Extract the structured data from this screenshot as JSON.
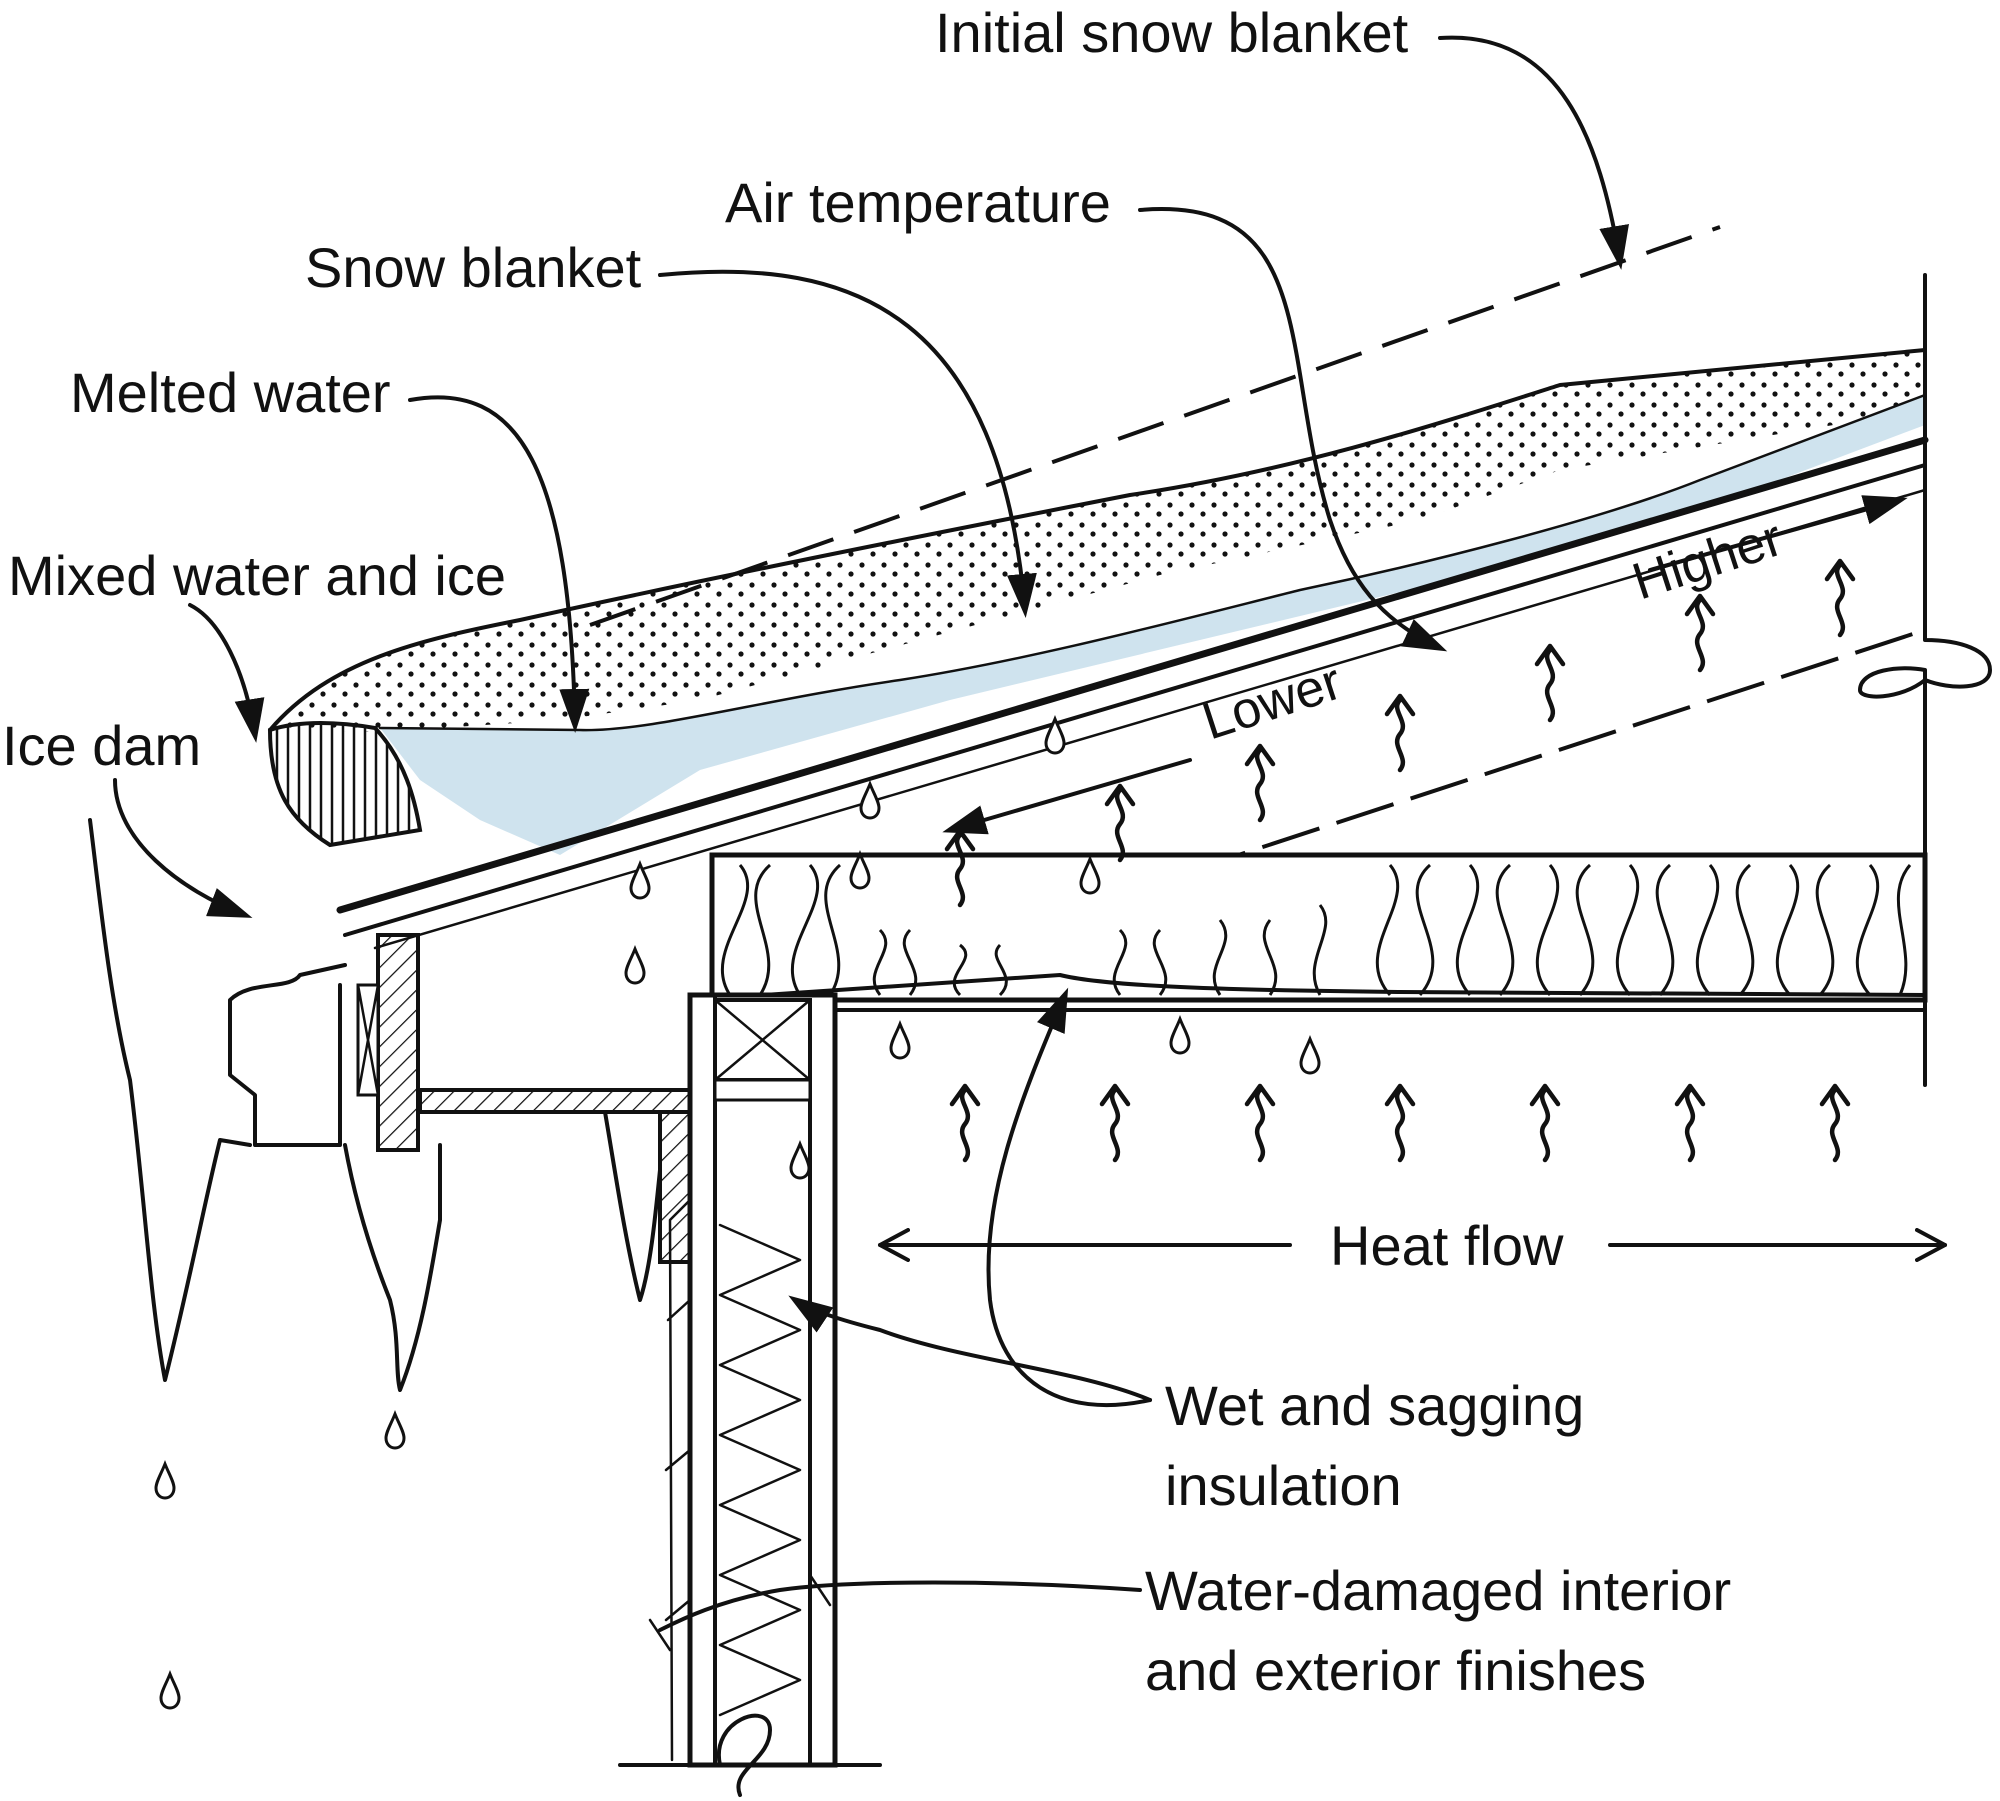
{
  "labels": {
    "initial_snow_blanket": "Initial snow blanket",
    "air_temperature": "Air temperature",
    "snow_blanket": "Snow blanket",
    "melted_water": "Melted water",
    "mixed_water_and_ice": "Mixed water and ice",
    "ice_dam": "Ice dam",
    "lower": "Lower",
    "higher": "Higher",
    "heat_flow": "Heat flow",
    "wet_insulation_line1": "Wet and sagging",
    "wet_insulation_line2": "insulation",
    "damaged_finishes_line1": "Water-damaged interior",
    "damaged_finishes_line2": "and exterior finishes"
  },
  "colors": {
    "melted_water": "#cfe3ee",
    "ink": "#111111",
    "background": "#ffffff"
  },
  "icons": {
    "heat_arrow": "wavy-up-arrow-icon",
    "water_drop": "drop-icon"
  }
}
